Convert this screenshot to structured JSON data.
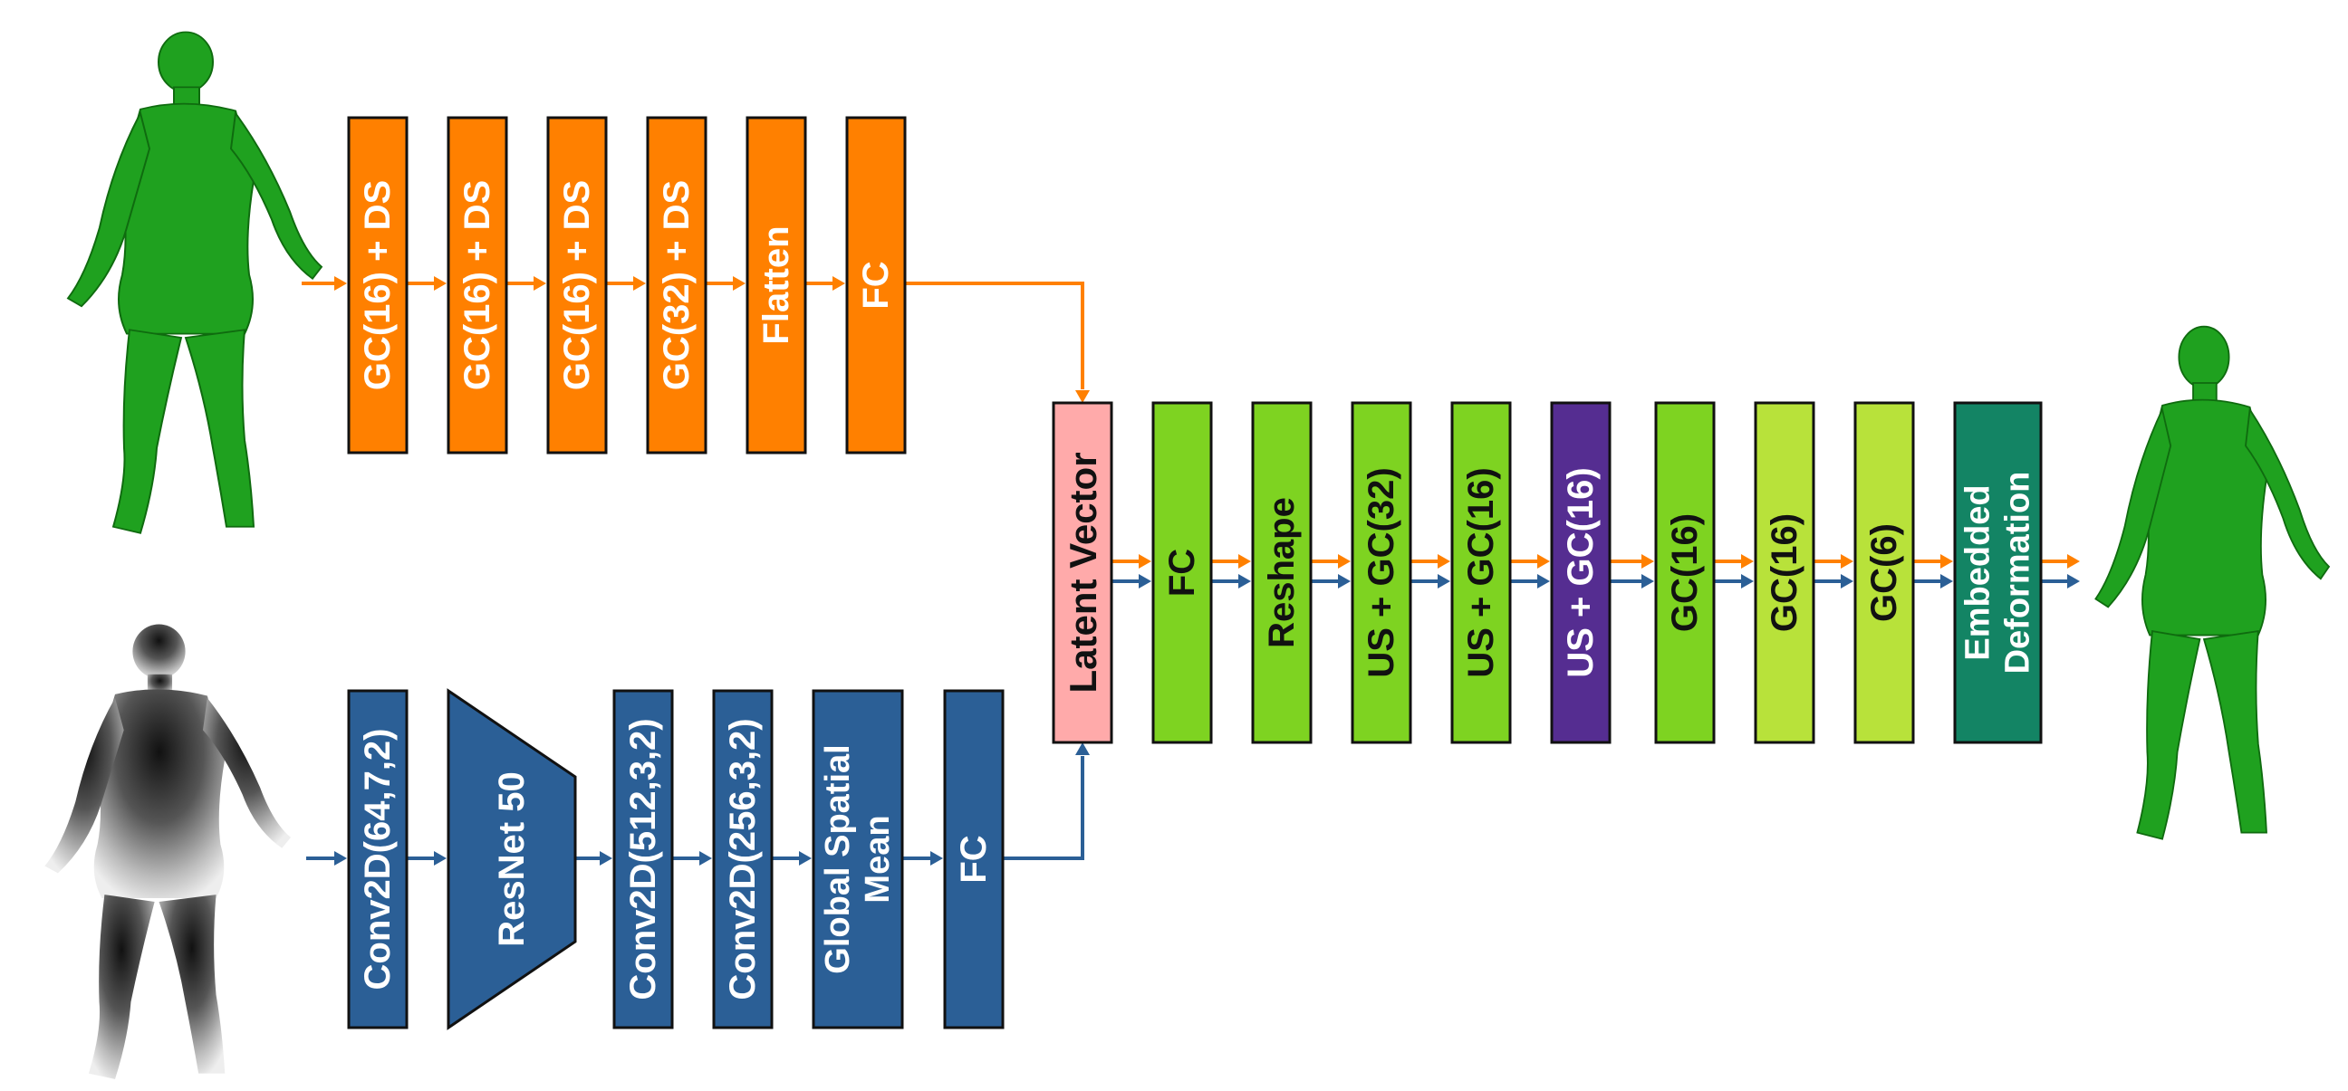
{
  "colors": {
    "mesh_encoder": "#FF8000",
    "image_encoder": "#2B5F96",
    "latent": "#FFAAAA",
    "decoder_green": "#7ED321",
    "decoder_light": "#B8E23A",
    "decoder_purple": "#552D91",
    "embedded_deformation": "#138464",
    "mesh": "#1FA11F",
    "arrow_orange": "#FF8000",
    "arrow_blue": "#2B5F96"
  },
  "images": {
    "input_mesh": "green-human-mesh",
    "depth_image": "grayscale-depth-map",
    "output_mesh": "green-human-mesh"
  },
  "mesh_encoder": {
    "blocks": [
      "GC(16) + DS",
      "GC(16) + DS",
      "GC(16) + DS",
      "GC(32) + DS",
      "Flatten",
      "FC"
    ]
  },
  "image_encoder": {
    "blocks": [
      "Conv2D(64,7,2)",
      "ResNet 50",
      "Conv2D(512,3,2)",
      "Conv2D(256,3,2)",
      "Global Spatial|Mean",
      "FC"
    ]
  },
  "latent": {
    "label": "Latent Vector"
  },
  "decoder": {
    "blocks": [
      "FC",
      "Reshape",
      "US + GC(32)",
      "US + GC(16)",
      "US + GC(16)",
      "GC(16)",
      "GC(16)",
      "GC(6)",
      "Embedded|Deformation"
    ]
  }
}
